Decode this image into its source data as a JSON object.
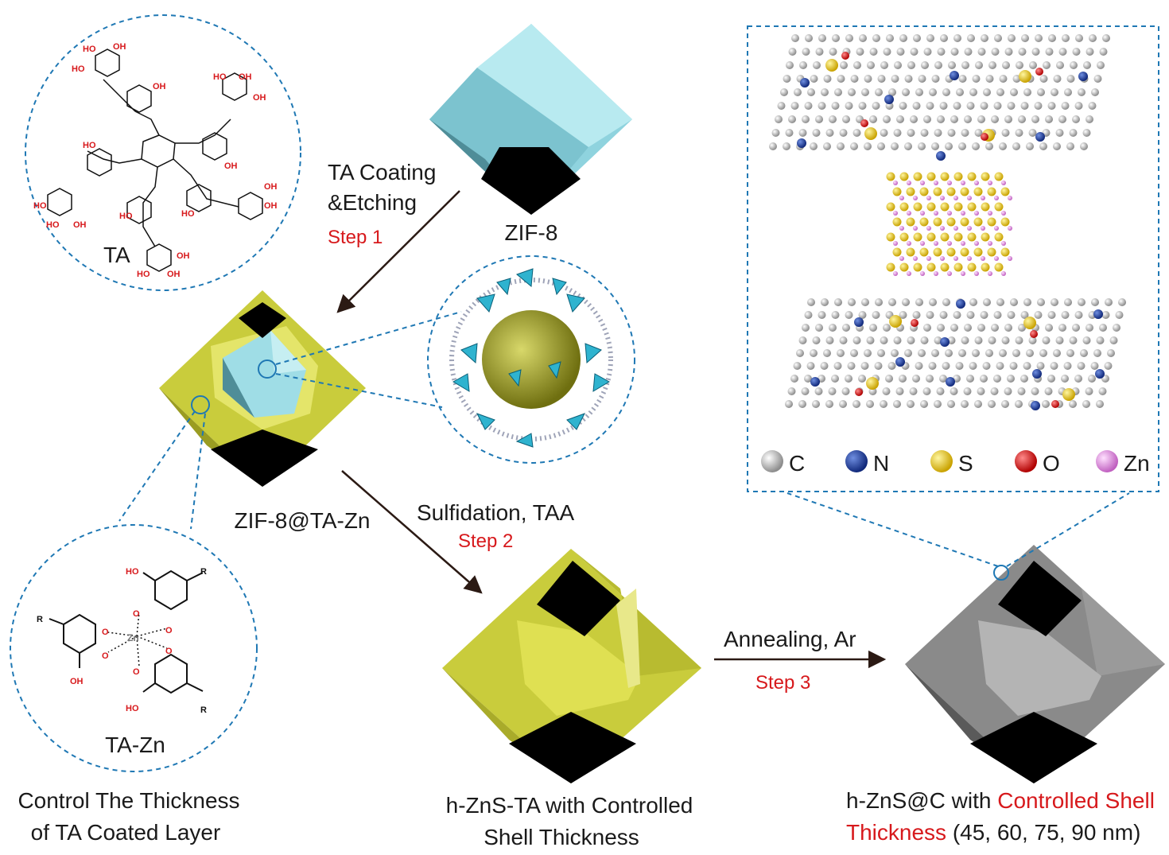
{
  "ta_panel": {
    "label": "TA",
    "oh": "HO",
    "oh2": "OH"
  },
  "zif8": {
    "label": "ZIF-8"
  },
  "step1": {
    "line1": "TA Coating",
    "line2": "&Etching",
    "step": "Step 1"
  },
  "zif8_ta": {
    "label": "ZIF-8@TA-Zn"
  },
  "tazn_panel": {
    "label": "TA-Zn",
    "r": "R",
    "ho": "HO",
    "oh": "OH",
    "zn": "Zn",
    "o": "O"
  },
  "control": {
    "line1": "Control The Thickness",
    "line2": "of TA Coated Layer"
  },
  "step2": {
    "line1": "Sulfidation, TAA",
    "step": "Step 2"
  },
  "hzns_ta": {
    "line1": "h-ZnS-TA with Controlled",
    "line2": "Shell Thickness"
  },
  "step3": {
    "line1": "Annealing, Ar",
    "step": "Step 3"
  },
  "hzns_c": {
    "part1": "h-ZnS@C with ",
    "part2": "Controlled Shell",
    "part3": "Thickness",
    "part4": " (45, 60, 75, 90 nm)"
  },
  "legend": [
    {
      "symbol": "C",
      "color": "#b0b0b0"
    },
    {
      "symbol": "N",
      "color": "#1b3f9c"
    },
    {
      "symbol": "S",
      "color": "#e8c200"
    },
    {
      "symbol": "O",
      "color": "#e01010"
    },
    {
      "symbol": "Zn",
      "color": "#e38be0"
    }
  ],
  "colors": {
    "zif": "#9fdde6",
    "shell": "#c9cc3c",
    "carbon": "#8a8a8a",
    "dash": "#1f78b4",
    "step": "#d7191c"
  }
}
